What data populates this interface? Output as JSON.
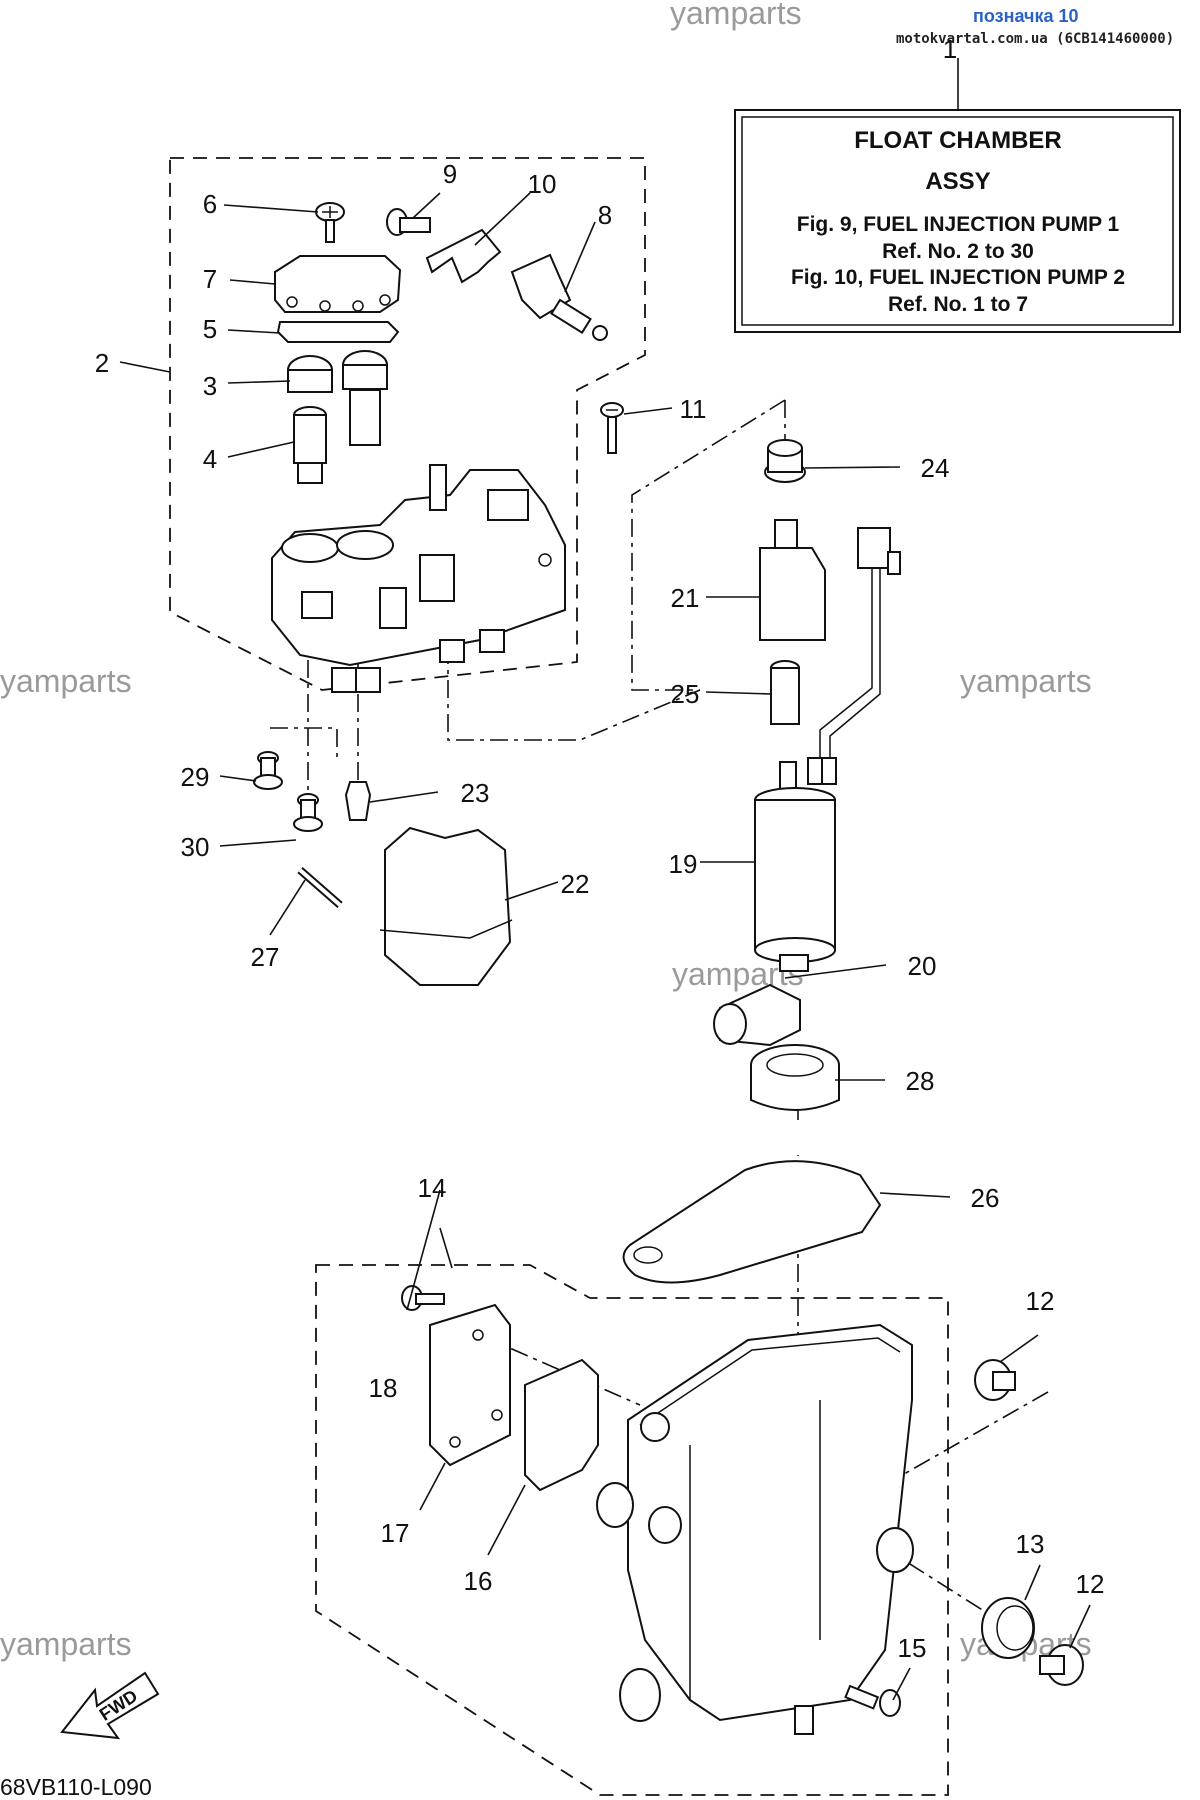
{
  "watermark": "yamparts",
  "marker_label": "позначка 10",
  "source_line": "motokvartal.com.ua (6CB141460000)",
  "info_box": {
    "line1": "FLOAT CHAMBER",
    "line2": "ASSY",
    "line3": "Fig. 9, FUEL INJECTION PUMP 1",
    "line4": "Ref. No. 2 to 30",
    "line5": "Fig. 10, FUEL INJECTION PUMP 2",
    "line6": "Ref. No. 1 to 7"
  },
  "callouts": {
    "c1": "1",
    "c2": "2",
    "c3": "3",
    "c4": "4",
    "c5": "5",
    "c6": "6",
    "c7": "7",
    "c8": "8",
    "c9": "9",
    "c10": "10",
    "c11": "11",
    "c12a": "12",
    "c12b": "12",
    "c13": "13",
    "c14": "14",
    "c15": "15",
    "c16": "16",
    "c17": "17",
    "c18": "18",
    "c19": "19",
    "c20": "20",
    "c21": "21",
    "c22": "22",
    "c23": "23",
    "c24": "24",
    "c25": "25",
    "c26": "26",
    "c27": "27",
    "c28": "28",
    "c29": "29",
    "c30": "30"
  },
  "fwd_label": "FWD",
  "drawing_code": "68VB110-L090"
}
